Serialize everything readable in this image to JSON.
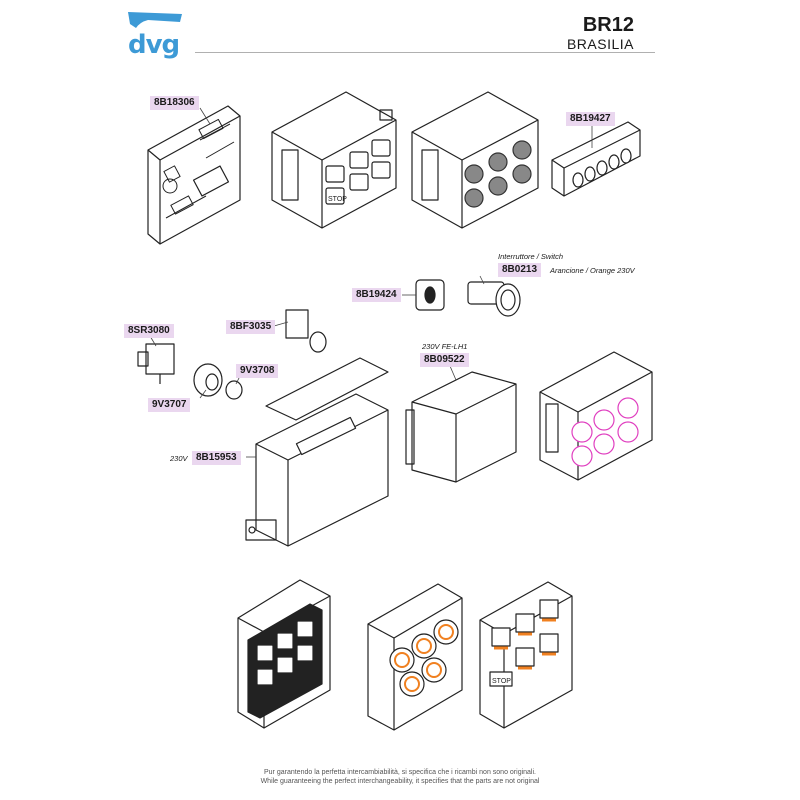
{
  "brand": {
    "logo_text": "dvg"
  },
  "header": {
    "model": "BR12",
    "model_name": "BRASILIA"
  },
  "parts": [
    {
      "code": "8B18306"
    },
    {
      "code": "8B19427"
    },
    {
      "code": "8B0213",
      "notes": [
        "Interruttore / Switch",
        "Arancione / Orange 230V"
      ]
    },
    {
      "code": "8B19424"
    },
    {
      "code": "8SR3080"
    },
    {
      "code": "8BF3035"
    },
    {
      "code": "9V3708"
    },
    {
      "code": "9V3707"
    },
    {
      "code": "8B09522",
      "notes": [
        "230V FE-LH1"
      ]
    },
    {
      "code": "8B15953",
      "notes": [
        "230V"
      ]
    }
  ],
  "keypad": {
    "stop_label": "STOP"
  },
  "footer": {
    "line_it": "Pur garantendo la perfetta intercambiabilità, si specifica che i ricambi non sono originali.",
    "line_en": "While guaranteeing the perfect interchangeability, it specifies that the parts are not original"
  },
  "colors": {
    "brand_blue": "#3d9ad6",
    "code_bg": "#ead7ef",
    "accent_pink": "#e040c0",
    "accent_orange": "#f08020"
  }
}
